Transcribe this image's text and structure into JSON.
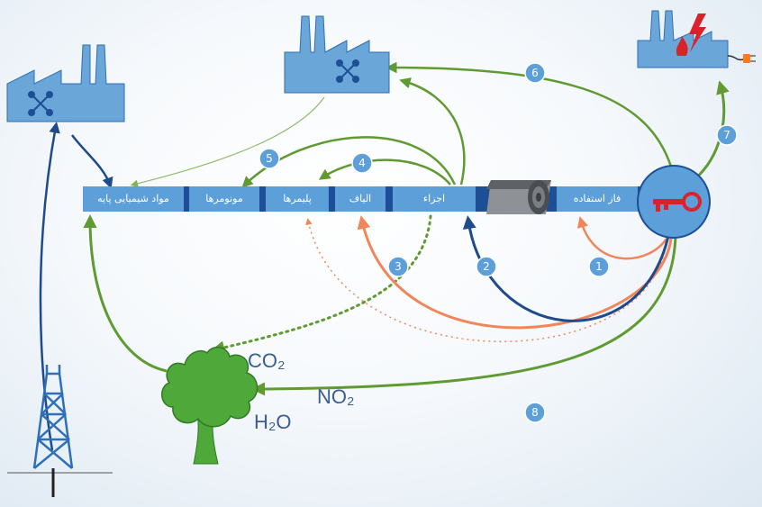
{
  "stages": [
    {
      "label": "مواد شیمیایی پایه"
    },
    {
      "label": "مونومرها"
    },
    {
      "label": "پلیمرها"
    },
    {
      "label": "الیاف"
    },
    {
      "label": "اجزاء"
    },
    {
      "label": "فاز استفاده"
    }
  ],
  "badges": [
    "1",
    "2",
    "3",
    "4",
    "5",
    "6",
    "7",
    "8"
  ],
  "formulas": {
    "co2": "CO₂",
    "no2": "NO₂",
    "h2o": "H₂O"
  },
  "colors": {
    "bar": "#5d9fd8",
    "bar_separator": "#1c4f96",
    "factory": "#6aa6d8",
    "green_arrow": "#5f9a32",
    "orange_arrow": "#f0865a",
    "blue_arrow": "#1f4a8c",
    "badge": "#5d9fd8",
    "key_circle": "#5d9fd8",
    "key": "#d8232a",
    "tree": "#4fa83a",
    "oil_rig": "#2f6fb6"
  },
  "icons": {
    "factory_left": "chemical-factory-icon",
    "factory_center": "chemical-factory-icon",
    "factory_right": "power-plant-icon",
    "key": "key-icon",
    "fabric_roll": "fabric-roll-icon",
    "tree": "tree-icon",
    "oil_rig": "oil-rig-icon"
  }
}
